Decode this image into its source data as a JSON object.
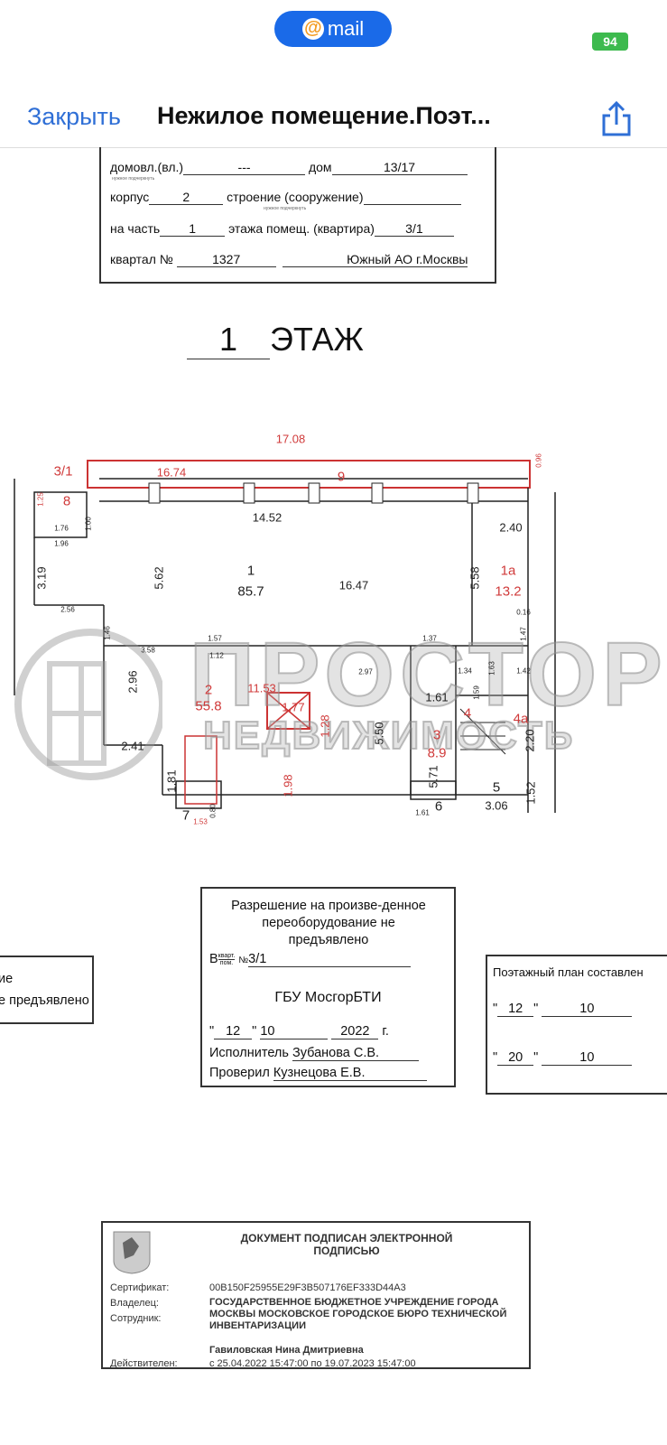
{
  "status_bar": {
    "app_badge": "mail",
    "battery": "94"
  },
  "nav": {
    "close_label": "Закрыть",
    "title": "Нежилое помещение.Поэт...",
    "share_icon": "share-icon"
  },
  "form": {
    "row1_label": "домовл.(вл.)",
    "row1_value": "---",
    "row1_house_label": "дом",
    "row1_house_value": "13/17",
    "row1_hint": "нужное подчеркнуть",
    "row2_label": "корпус",
    "row2_value": "2",
    "row2_building_label": "строение (сооружение)",
    "row2_hint": "нужное подчеркнуть",
    "row3_label": "на часть",
    "row3_value": "1",
    "row3_premises_label": "этажа помещ. (квартира)",
    "row3_premises_value": "3/1",
    "row4_label": "квартал №",
    "row4_value": "1327",
    "row4_district": "Южный АО г.Москвы"
  },
  "floor": {
    "number": "1",
    "label": "ЭТАЖ"
  },
  "plan": {
    "labels": [
      "17.08",
      "3/1",
      "16.74",
      "9",
      "0.96",
      "8",
      "1.25",
      "1.76",
      "1.96",
      "1.00",
      "14.52",
      "2.40",
      "3.19",
      "5.62",
      "1",
      "85.7",
      "16.47",
      "5.58",
      "1а",
      "13.2",
      "2.56",
      "1.46",
      "3.58",
      "1.57",
      "1.12",
      "1.37",
      "2.97",
      "2.96",
      "2",
      "55.8",
      "11.53",
      "1.77",
      "1.28",
      "1.61",
      "4",
      "4а",
      "1.34",
      "1.42",
      "1.59",
      "1.63",
      "3",
      "8.9",
      "5.50",
      "2.41",
      "5.71",
      "2.20",
      "1.81",
      "1.98",
      "5",
      "3.06",
      "1.52",
      "7",
      "1.53",
      "0.80",
      "6",
      "1.61",
      "0.16",
      "1.47"
    ],
    "watermark_top": "ПРОСТОР",
    "watermark_bottom": "НЕДВИЖИМОСТЬ",
    "colors": {
      "wall": "#222222",
      "annotation": "#d03a3a"
    }
  },
  "stamp_left": {
    "line1": "ие",
    "line2": "е предъявлено"
  },
  "stamp_center": {
    "title": "Разрешение на произве-денное переоборудование не предъявлено",
    "b": "В",
    "kvart": "кварт.",
    "pom": "пом.",
    "no": "№",
    "number": "3/1",
    "org": "ГБУ МосгорБТИ",
    "day": "12",
    "month": "10",
    "year": "2022",
    "year_suffix": "г.",
    "executor_label": "Исполнитель",
    "executor": "Зубанова С.В.",
    "checker_label": "Проверил",
    "checker": "Кузнецова Е.В."
  },
  "stamp_right": {
    "title": "Поэтажный план составлен",
    "day1": "12",
    "month1": "10",
    "day2": "20",
    "month2": "10"
  },
  "signature": {
    "emblem": "moscow-coat-of-arms",
    "title": "ДОКУМЕНТ ПОДПИСАН ЭЛЕКТРОННОЙ ПОДПИСЬЮ",
    "cert_label": "Сертификат:",
    "cert": "00B150F25955E29F3B507176EF333D44A3",
    "owner_label": "Владелец:",
    "owner": "ГОСУДАРСТВЕННОЕ БЮДЖЕТНОЕ УЧРЕЖДЕНИЕ ГОРОДА МОСКВЫ МОСКОВСКОЕ ГОРОДСКОЕ БЮРО ТЕХНИЧЕСКОЙ ИНВЕНТАРИЗАЦИИ",
    "employee_label": "Сотрудник:",
    "employee": "Гавиловская Нина Дмитриевна",
    "valid_label": "Действителен:",
    "valid": "с 25.04.2022 15:47:00 по 19.07.2023 15:47:00"
  }
}
